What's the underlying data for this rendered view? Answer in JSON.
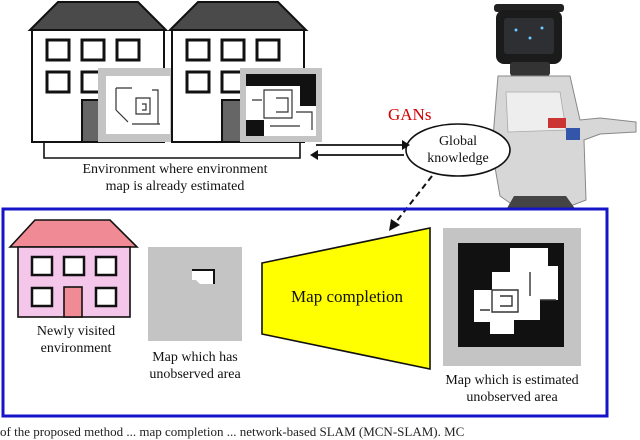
{
  "labels": {
    "gans": "GANs",
    "global_knowledge_line1": "Global",
    "global_knowledge_line2": "knowledge",
    "env_estimated_line1": "Environment where environment",
    "env_estimated_line2": "map is already estimated",
    "newly_visited_line1": "Newly visited",
    "newly_visited_line2": "environment",
    "map_unobserved_line1": "Map which has",
    "map_unobserved_line2": "unobserved area",
    "map_completion": "Map completion",
    "map_estimated_line1": "Map which is estimated",
    "map_estimated_line2": "unobserved area"
  },
  "caption_fragment": "of the proposed method ... map completion ... network-based SLAM (MCN-SLAM). MC",
  "colors": {
    "frame_blue": "#1414c8",
    "gans_red": "#d40000",
    "house_gray_roof": "#4a4a4a",
    "house_pink_roof": "#f08a94",
    "house_pink_body": "#f4c6ea",
    "map_tile_gray": "#c4c4c4",
    "funnel_yellow": "#ffff00"
  }
}
